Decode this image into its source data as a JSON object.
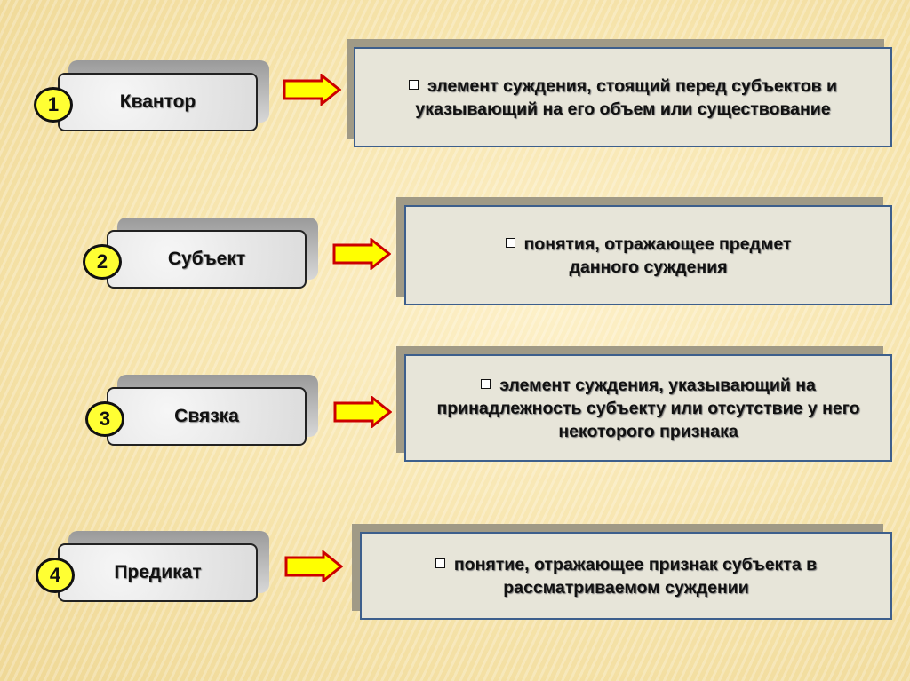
{
  "items": [
    {
      "number": "1",
      "term": "Квантор",
      "definition": "элемент суждения, стоящий перед субъектов и указывающий на его объем или существование"
    },
    {
      "number": "2",
      "term": "Субъект",
      "definition": "понятия, отражающее предмет данного суждения"
    },
    {
      "number": "3",
      "term": "Связка",
      "definition": "элемент суждения, указывающий на принадлежность субъекту или отсутствие у него некоторого признака"
    },
    {
      "number": "4",
      "term": "Предикат",
      "definition": "понятие, отражающее признак субъекта в рассматриваемом суждении"
    }
  ],
  "colors": {
    "number_fill": "#ffff33",
    "arrow_fill": "#ffff00",
    "arrow_stroke": "#cc0000",
    "box_border": "#3d5f8c"
  }
}
